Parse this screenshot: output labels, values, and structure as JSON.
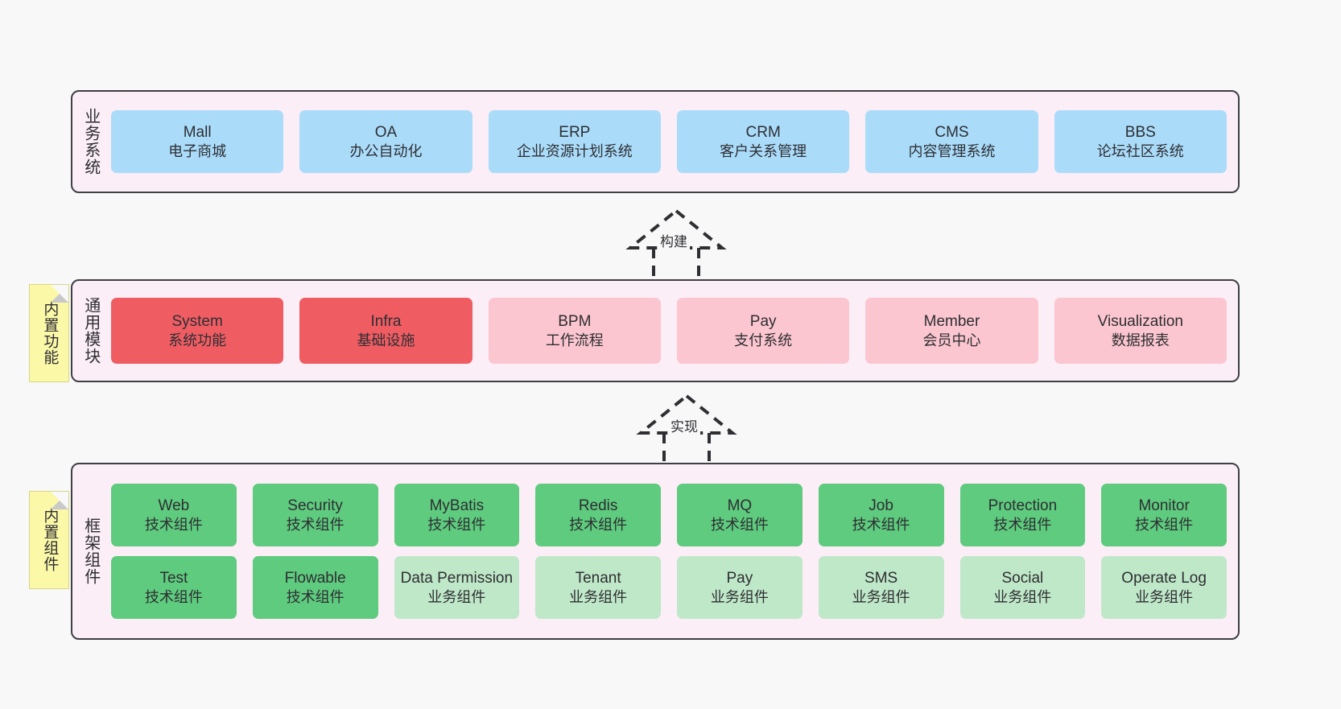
{
  "canvas": {
    "background": "#f8f8f8",
    "panel_background": "#fbeef7",
    "panel_border": "#3f3f46"
  },
  "layers": [
    {
      "id": "business",
      "title": "业务系统",
      "node_color": "#aadcfa",
      "rows": [
        {
          "nodes": [
            {
              "name": "Mall",
              "desc": "电子商城"
            },
            {
              "name": "OA",
              "desc": "办公自动化"
            },
            {
              "name": "ERP",
              "desc": "企业资源计划系统"
            },
            {
              "name": "CRM",
              "desc": "客户关系管理"
            },
            {
              "name": "CMS",
              "desc": "内容管理系统"
            },
            {
              "name": "BBS",
              "desc": "论坛社区系统"
            }
          ]
        }
      ]
    },
    {
      "id": "modules",
      "title": "通用模块",
      "node_color_strong": "#ef5d63",
      "node_color_light": "#fbc6cf",
      "rows": [
        {
          "nodes": [
            {
              "name": "System",
              "desc": "系统功能",
              "emphasis": "strong"
            },
            {
              "name": "Infra",
              "desc": "基础设施",
              "emphasis": "strong"
            },
            {
              "name": "BPM",
              "desc": "工作流程",
              "emphasis": "light"
            },
            {
              "name": "Pay",
              "desc": "支付系统",
              "emphasis": "light"
            },
            {
              "name": "Member",
              "desc": "会员中心",
              "emphasis": "light"
            },
            {
              "name": "Visualization",
              "desc": "数据报表",
              "emphasis": "light"
            }
          ]
        }
      ]
    },
    {
      "id": "framework",
      "title": "框架组件",
      "node_color_tech": "#5ecb7e",
      "node_color_biz": "#bfe8c8",
      "rows": [
        {
          "nodes": [
            {
              "name": "Web",
              "desc": "技术组件",
              "kind": "tech"
            },
            {
              "name": "Security",
              "desc": "技术组件",
              "kind": "tech"
            },
            {
              "name": "MyBatis",
              "desc": "技术组件",
              "kind": "tech"
            },
            {
              "name": "Redis",
              "desc": "技术组件",
              "kind": "tech"
            },
            {
              "name": "MQ",
              "desc": "技术组件",
              "kind": "tech"
            },
            {
              "name": "Job",
              "desc": "技术组件",
              "kind": "tech"
            },
            {
              "name": "Protection",
              "desc": "技术组件",
              "kind": "tech"
            },
            {
              "name": "Monitor",
              "desc": "技术组件",
              "kind": "tech"
            }
          ]
        },
        {
          "nodes": [
            {
              "name": "Test",
              "desc": "技术组件",
              "kind": "tech"
            },
            {
              "name": "Flowable",
              "desc": "技术组件",
              "kind": "tech"
            },
            {
              "name": "Data Permission",
              "desc": "业务组件",
              "kind": "biz"
            },
            {
              "name": "Tenant",
              "desc": "业务组件",
              "kind": "biz"
            },
            {
              "name": "Pay",
              "desc": "业务组件",
              "kind": "biz"
            },
            {
              "name": "SMS",
              "desc": "业务组件",
              "kind": "biz"
            },
            {
              "name": "Social",
              "desc": "业务组件",
              "kind": "biz"
            },
            {
              "name": "Operate Log",
              "desc": "业务组件",
              "kind": "biz"
            }
          ]
        }
      ]
    }
  ],
  "stickies": [
    {
      "id": "builtin-function",
      "label": "内置功能",
      "color": "#fbf8a8"
    },
    {
      "id": "builtin-component",
      "label": "内置组件",
      "color": "#fbf8a8"
    }
  ],
  "connectors": [
    {
      "id": "build",
      "label": "构建",
      "style": "dashed-generalization",
      "direction": "up"
    },
    {
      "id": "realize",
      "label": "实现",
      "style": "dashed-generalization",
      "direction": "up"
    }
  ]
}
